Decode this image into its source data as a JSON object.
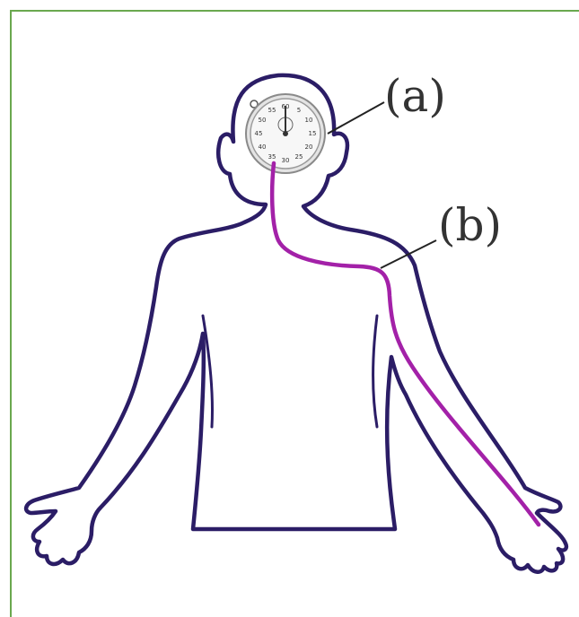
{
  "labels": {
    "a": "(a)",
    "b": "(b)"
  },
  "stopwatch": {
    "dial_numbers": [
      "60",
      "5",
      "10",
      "15",
      "20",
      "25",
      "30",
      "35",
      "40",
      "45",
      "50",
      "55"
    ]
  },
  "colors": {
    "frame": "#6aa84f",
    "body_outline": "#2b1d66",
    "wire": "#a321a8",
    "leader": "#222222"
  },
  "icons": [
    "stopwatch-icon"
  ]
}
